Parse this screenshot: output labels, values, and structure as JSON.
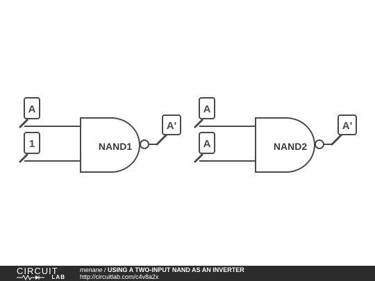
{
  "gates": [
    {
      "label": "NAND1",
      "inputs": [
        "A",
        "1"
      ],
      "output": "A'"
    },
    {
      "label": "NAND2",
      "inputs": [
        "A",
        "A"
      ],
      "output": "A'"
    }
  ],
  "footer": {
    "logo_word": "CIRCUIT",
    "logo_lab": "LAB",
    "author": "menane",
    "separator": " / ",
    "title": "USING A TWO-INPUT NAND AS AN INVERTER",
    "url": "http://circuitlab.com/c4v8a2x"
  },
  "colors": {
    "line": "#4a4a4a",
    "footer_bg": "#2c2c2c",
    "footer_text": "#ffffff"
  }
}
